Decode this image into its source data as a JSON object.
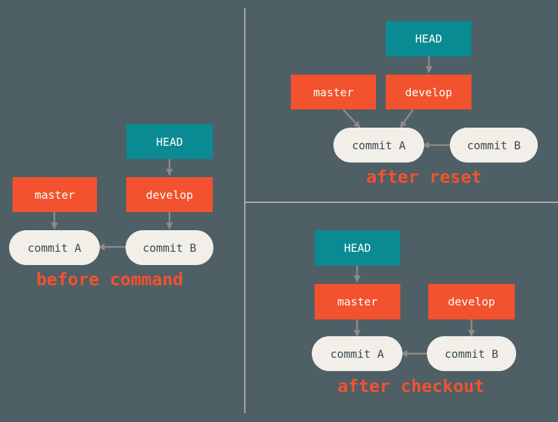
{
  "panels": {
    "before": {
      "caption": "before command",
      "head": "HEAD",
      "master": "master",
      "develop": "develop",
      "commit_a": "commit A",
      "commit_b": "commit B"
    },
    "reset": {
      "caption": "after reset",
      "head": "HEAD",
      "master": "master",
      "develop": "develop",
      "commit_a": "commit A",
      "commit_b": "commit B"
    },
    "checkout": {
      "caption": "after checkout",
      "head": "HEAD",
      "master": "master",
      "develop": "develop",
      "commit_a": "commit A",
      "commit_b": "commit B"
    }
  },
  "colors": {
    "background": "#4e5f66",
    "head": "#0a8a93",
    "branch": "#f2522e",
    "commit": "#f1efe8",
    "arrow": "#8f8a84",
    "divider": "#a8aeb0"
  }
}
